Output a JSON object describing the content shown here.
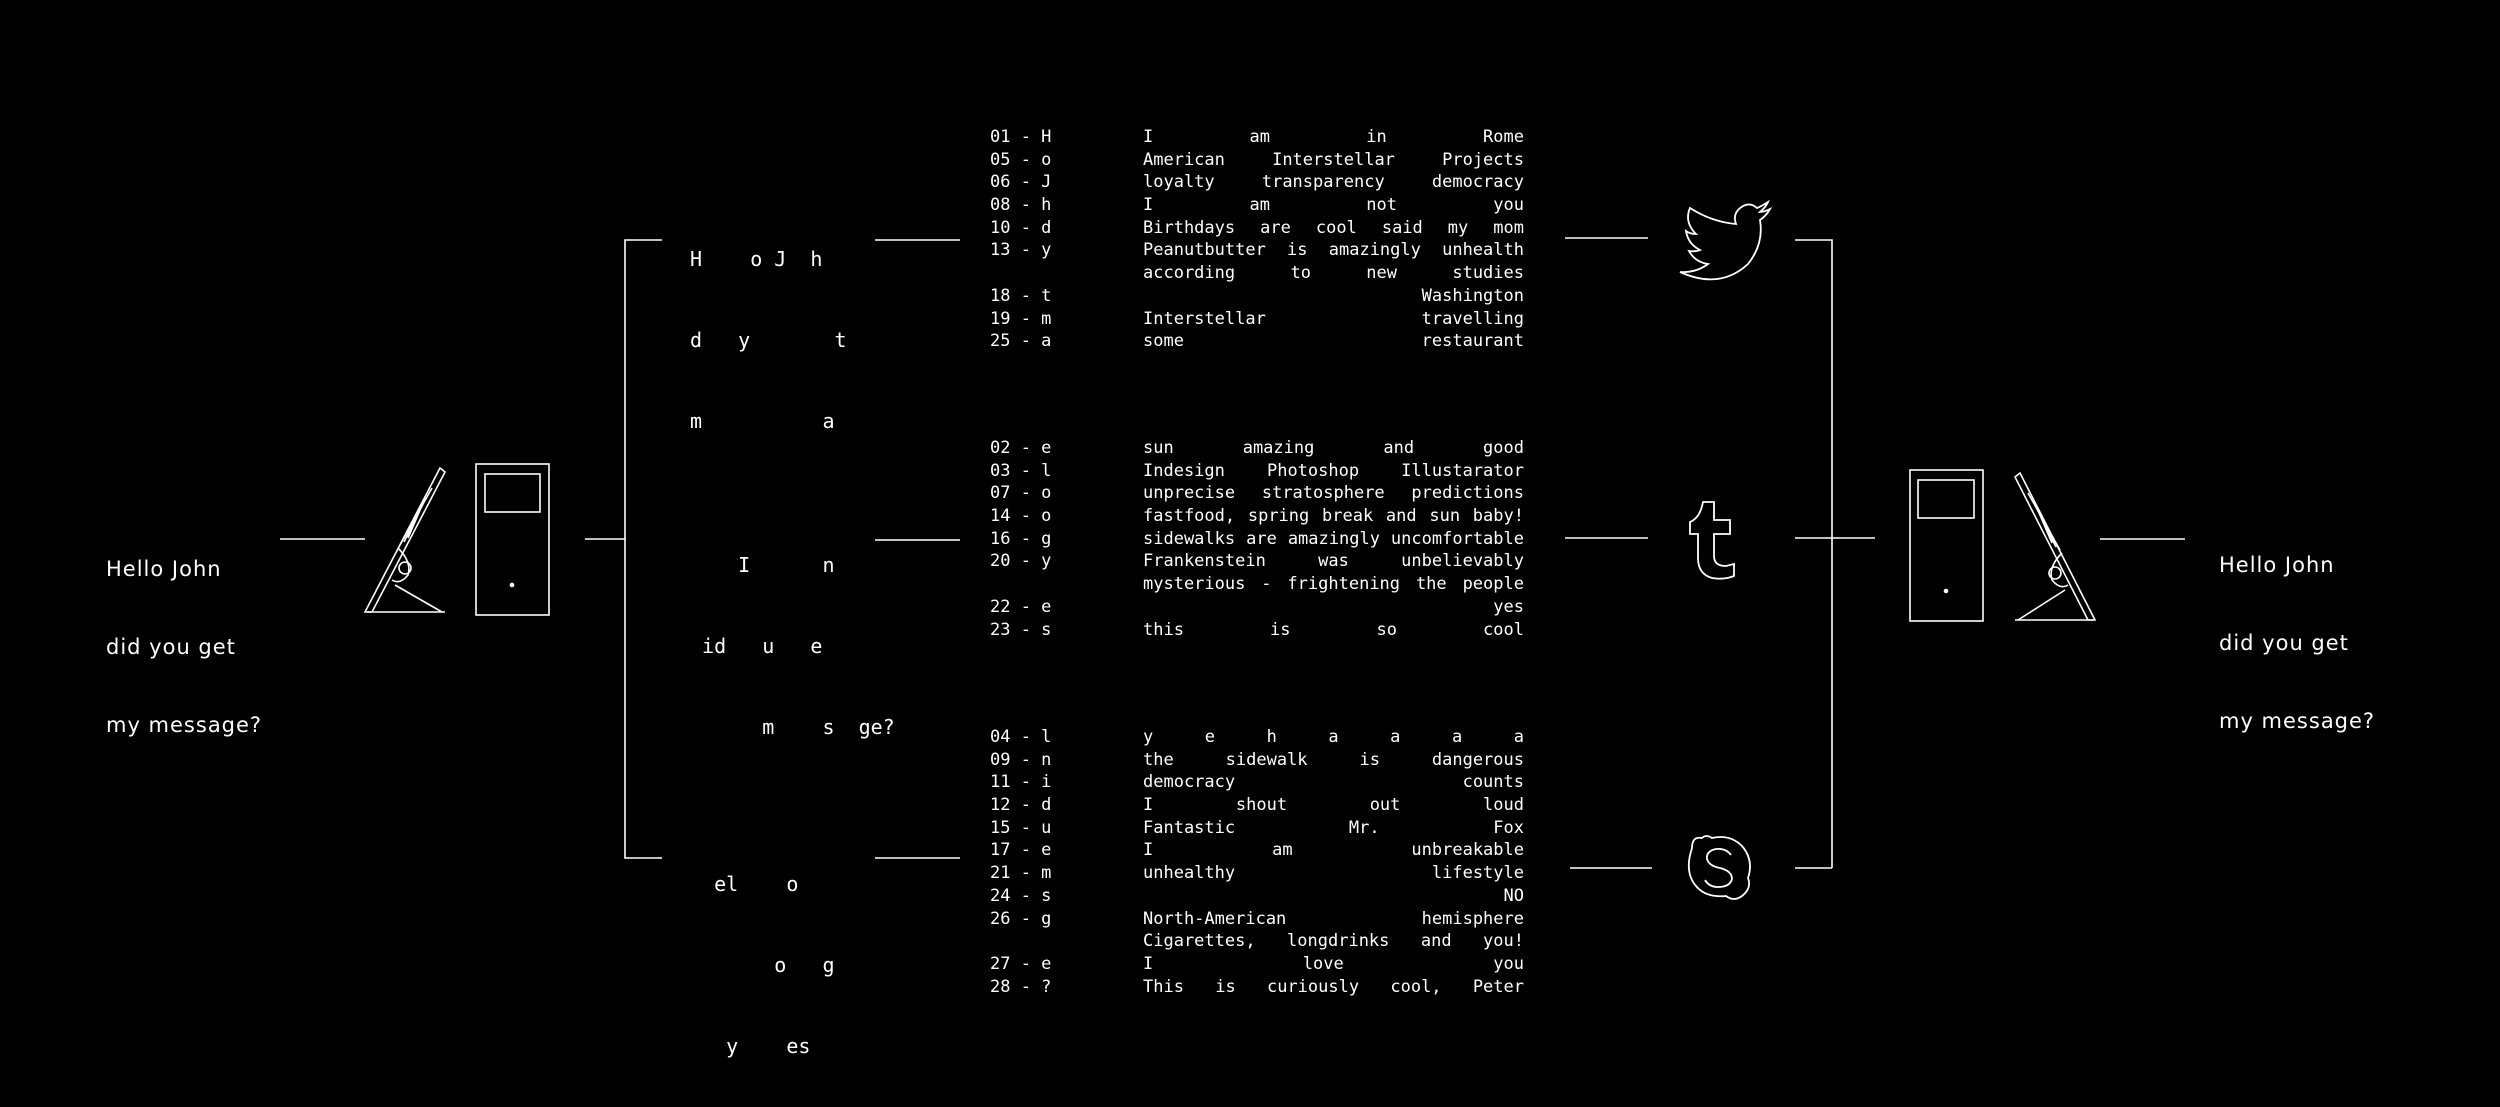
{
  "sender_message": [
    "Hello John",
    "did you get",
    "my message?"
  ],
  "receiver_message": [
    "Hello John",
    "did you get",
    "my message?"
  ],
  "fragments": {
    "top": [
      "H    o J  h",
      "d   y       t",
      "m          a"
    ],
    "middle": [
      "    I      n",
      " id   u   e",
      "      m    s  ge?"
    ],
    "bottom": [
      "  el    o",
      "       o   g",
      "   y    es"
    ]
  },
  "blocks": [
    {
      "channel": "twitter",
      "rows": [
        {
          "code": "01 - H",
          "text": "I am in Rome"
        },
        {
          "code": "05 - o",
          "text": "American Interstellar Projects"
        },
        {
          "code": "06 - J",
          "text": "loyalty transparency democracy"
        },
        {
          "code": "08 - h",
          "text": "I am not you"
        },
        {
          "code": "10 - d",
          "text": "Birthdays are cool said my mom"
        },
        {
          "code": "13 - y",
          "text": "Peanutbutter is amazingly unhealth"
        },
        {
          "code": "",
          "text": "according to new studies"
        },
        {
          "code": "18 - t",
          "text": "Washington",
          "align": "right"
        },
        {
          "code": "19 - m",
          "text": "Interstellar travelling"
        },
        {
          "code": "25 - a",
          "text": "some restaurant"
        }
      ]
    },
    {
      "channel": "tumblr",
      "rows": [
        {
          "code": "02 - e",
          "text": "sun amazing and good"
        },
        {
          "code": "03 - l",
          "text": "Indesign Photoshop Illustarator"
        },
        {
          "code": "07 - o",
          "text": "unprecise stratosphere predictions"
        },
        {
          "code": "14 - o",
          "text": "fastfood, spring break and sun baby!"
        },
        {
          "code": "16 - g",
          "text": "sidewalks are amazingly uncomfortable"
        },
        {
          "code": "20 - y",
          "text": "Frankenstein was unbelievably"
        },
        {
          "code": "",
          "text": "mysterious - frightening the people"
        },
        {
          "code": "22 - e",
          "text": "yes",
          "align": "right"
        },
        {
          "code": "23 - s",
          "text": "this is so cool"
        }
      ]
    },
    {
      "channel": "skype",
      "rows": [
        {
          "code": "04 - l",
          "text": "y e h a a a a"
        },
        {
          "code": "09 - n",
          "text": "the sidewalk is dangerous"
        },
        {
          "code": "11 - i",
          "text": "democracy counts"
        },
        {
          "code": "12 - d",
          "text": "I shout out loud"
        },
        {
          "code": "15 - u",
          "text": "Fantastic Mr. Fox"
        },
        {
          "code": "17 - e",
          "text": "I am unbreakable"
        },
        {
          "code": "21 - m",
          "text": "unhealthy lifestyle"
        },
        {
          "code": "24 - s",
          "text": "NO",
          "align": "right"
        },
        {
          "code": "26 - g",
          "text": "North-American hemisphere"
        },
        {
          "code": "",
          "text": "Cigarettes, longdrinks and you!"
        },
        {
          "code": "27 - e",
          "text": "I love you"
        },
        {
          "code": "28 - ?",
          "text": "This is curiously cool, Peter"
        }
      ]
    }
  ],
  "colors": {
    "background": "#000000",
    "line": "#ffffff"
  },
  "icons": [
    "twitter-bird-icon",
    "tumblr-icon",
    "skype-icon",
    "laptop-icon",
    "phone-icon"
  ]
}
